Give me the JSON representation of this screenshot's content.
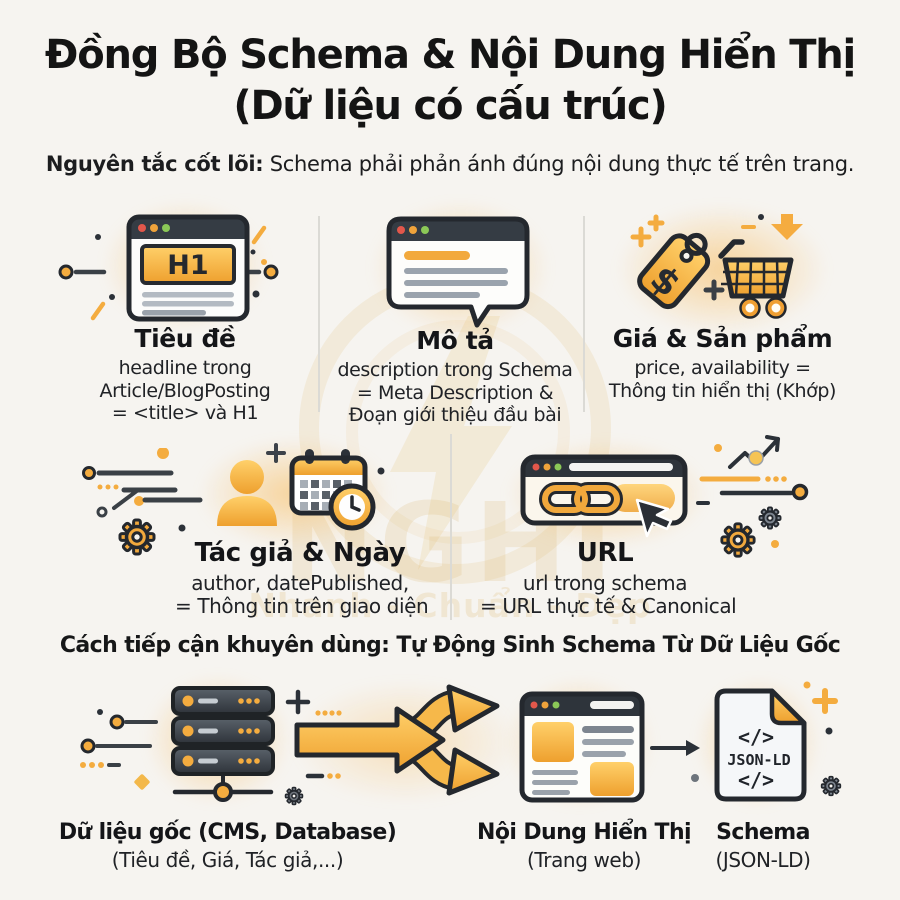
{
  "title": {
    "line1": "Đồng Bộ Schema & Nội Dung Hiển Thị",
    "line2": "(Dữ liệu có cấu trúc)"
  },
  "principle": {
    "label": "Nguyên tắc cốt lõi:",
    "text": " Schema phải phản ánh đúng nội dung thực tế trên trang."
  },
  "row1": [
    {
      "title": "Tiêu đề",
      "lines": [
        "headline trong",
        "Article/BlogPosting",
        "= <title> và H1"
      ]
    },
    {
      "title": "Mô tả",
      "lines": [
        "description trong Schema",
        "= Meta Description &",
        "Đoạn giới thiệu đầu bài"
      ]
    },
    {
      "title": "Giá & Sản phẩm",
      "lines": [
        "price, availability =",
        "Thông tin hiển thị (Khớp)"
      ]
    }
  ],
  "row2": [
    {
      "title": "Tác giả & Ngày",
      "lines": [
        "author, datePublished,",
        "= Thông tin trên giao diện"
      ]
    },
    {
      "title": "URL",
      "lines": [
        "url trong schema",
        "= URL thực tế & Canonical"
      ]
    }
  ],
  "section2": {
    "title": "Cách tiếp cận khuyên dùng: Tự Động Sinh Schema Từ Dữ Liệu Gốc"
  },
  "flow": [
    {
      "title": "Dữ liệu gốc (CMS, Database)",
      "subtitle": "(Tiêu đề, Giá, Tác giả,...)"
    },
    {
      "title": "Nội Dung Hiển Thị",
      "subtitle": "(Trang web)"
    },
    {
      "title": "Schema",
      "subtitle": "(JSON-LD)"
    }
  ],
  "icon_labels": {
    "h1": "H1",
    "dollar": "$",
    "code_top": "</>",
    "json_ld": "JSON-LD",
    "code_bottom": "</>"
  },
  "watermark": {
    "brand": "NGHI",
    "tagline": "Nhanh - Chuẩn - Đẹp"
  },
  "colors": {
    "accent_gold": "#F2A93D",
    "gold_light": "#FFD06A",
    "gold_dark": "#EEA02E",
    "outline_dark": "#24282E",
    "background": "#F6F4F0",
    "text_dark": "#17181A",
    "divider": "#DBDAD5",
    "dot_red": "#E2574B",
    "dot_orange": "#EFA33B",
    "dot_green": "#8BC857"
  }
}
